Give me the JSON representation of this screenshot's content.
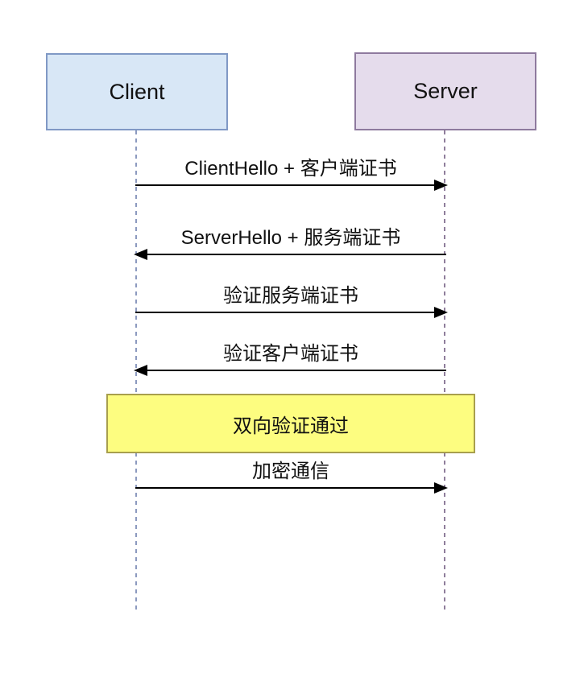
{
  "diagram": {
    "type": "sequence",
    "actors": [
      {
        "id": "client",
        "label": "Client"
      },
      {
        "id": "server",
        "label": "Server"
      }
    ],
    "messages": [
      {
        "label": "ClientHello + 客户端证书",
        "from": "client",
        "to": "server"
      },
      {
        "label": "ServerHello + 服务端证书",
        "from": "server",
        "to": "client"
      },
      {
        "label": "验证服务端证书",
        "from": "client",
        "to": "server"
      },
      {
        "label": "验证客户端证书",
        "from": "server",
        "to": "client"
      },
      {
        "label": "加密通信",
        "from": "client",
        "to": "server"
      }
    ],
    "note": {
      "label": "双向验证通过"
    },
    "colors": {
      "client_fill": "#d8e7f6",
      "client_border": "#8099c5",
      "server_fill": "#e5dcec",
      "server_border": "#8e7a9e",
      "client_lifeline": "#8c9abf",
      "server_lifeline": "#8f7e9b",
      "note_fill": "#fdfd80",
      "note_border": "#a89f4d",
      "arrow": "#000000",
      "text": "#111111"
    }
  }
}
